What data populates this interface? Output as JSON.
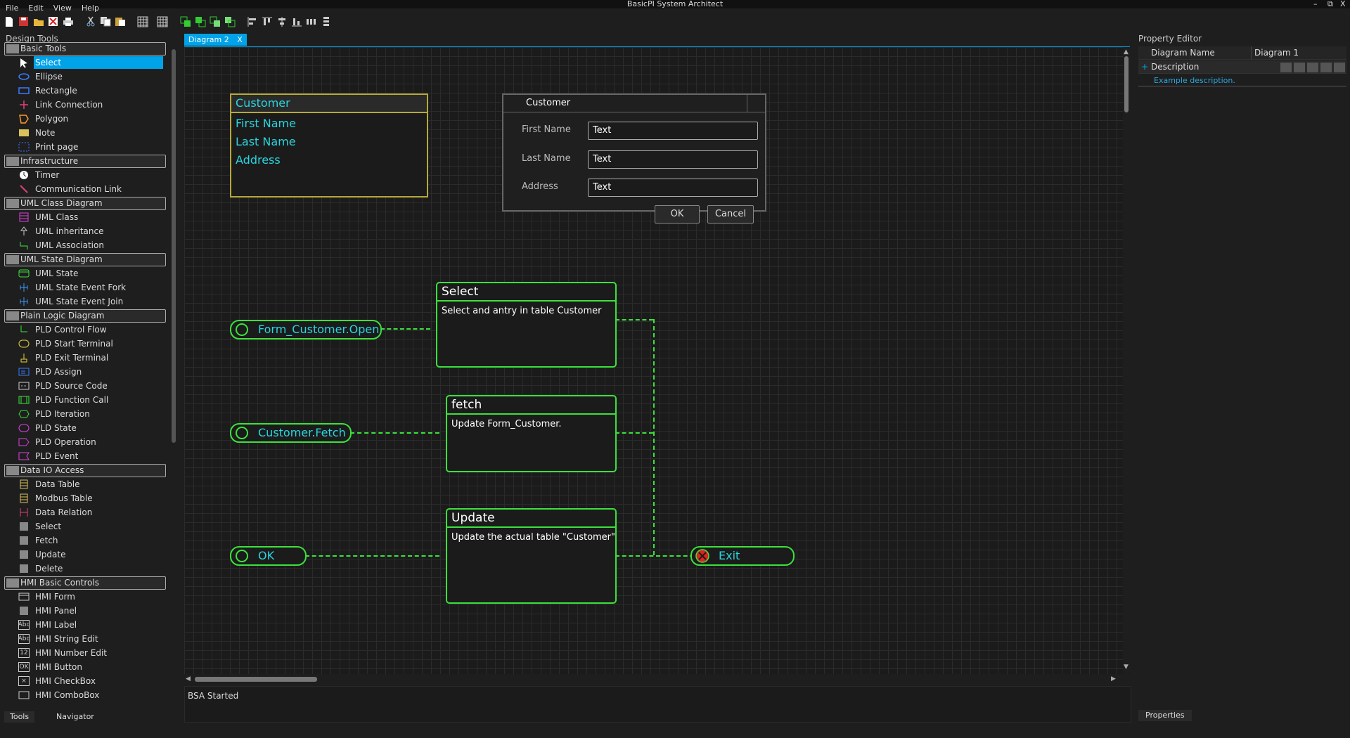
{
  "window": {
    "title": "BasicPI System Architect",
    "controls": [
      "–",
      "⧉",
      "X"
    ]
  },
  "menu": [
    "File",
    "Edit",
    "View",
    "Help"
  ],
  "left_panel": {
    "header": "Design Tools",
    "groups": [
      {
        "label": "Basic Tools",
        "tools": [
          {
            "label": "Select",
            "icon": "arrow-icon"
          },
          {
            "label": "Ellipse",
            "icon": "ellipse-icon"
          },
          {
            "label": "Rectangle",
            "icon": "rectangle-icon"
          },
          {
            "label": "Link Connection",
            "icon": "link-icon"
          },
          {
            "label": "Polygon",
            "icon": "polygon-icon"
          },
          {
            "label": "Note",
            "icon": "note-icon"
          },
          {
            "label": "Print page",
            "icon": "print-page-icon"
          }
        ]
      },
      {
        "label": "Infrastructure",
        "tools": [
          {
            "label": "Timer",
            "icon": "timer-icon"
          },
          {
            "label": "Communication Link",
            "icon": "comm-link-icon"
          }
        ]
      },
      {
        "label": "UML Class Diagram",
        "tools": [
          {
            "label": "UML Class",
            "icon": "uml-class-icon"
          },
          {
            "label": "UML inheritance",
            "icon": "uml-inheritance-icon"
          },
          {
            "label": "UML Association",
            "icon": "uml-association-icon"
          }
        ]
      },
      {
        "label": "UML State Diagram",
        "tools": [
          {
            "label": "UML State",
            "icon": "uml-state-icon"
          },
          {
            "label": "UML State Event Fork",
            "icon": "fork-icon"
          },
          {
            "label": "UML State Event Join",
            "icon": "join-icon"
          }
        ]
      },
      {
        "label": "Plain Logic Diagram",
        "tools": [
          {
            "label": "PLD Control Flow",
            "icon": "control-flow-icon"
          },
          {
            "label": "PLD Start Terminal",
            "icon": "start-terminal-icon"
          },
          {
            "label": "PLD Exit Terminal",
            "icon": "exit-terminal-icon"
          },
          {
            "label": "PLD Assign",
            "icon": "assign-icon"
          },
          {
            "label": "PLD Source Code",
            "icon": "source-code-icon"
          },
          {
            "label": "PLD Function Call",
            "icon": "function-call-icon"
          },
          {
            "label": "PLD Iteration",
            "icon": "iteration-icon"
          },
          {
            "label": "PLD State",
            "icon": "pld-state-icon"
          },
          {
            "label": "PLD Operation",
            "icon": "operation-icon"
          },
          {
            "label": "PLD Event",
            "icon": "event-icon"
          }
        ]
      },
      {
        "label": "Data IO Access",
        "tools": [
          {
            "label": "Data Table",
            "icon": "data-table-icon"
          },
          {
            "label": "Modbus Table",
            "icon": "modbus-table-icon"
          },
          {
            "label": "Data Relation",
            "icon": "data-relation-icon"
          },
          {
            "label": "Select",
            "icon": "select-query-icon"
          },
          {
            "label": "Fetch",
            "icon": "fetch-icon"
          },
          {
            "label": "Update",
            "icon": "update-icon"
          },
          {
            "label": "Delete",
            "icon": "delete-icon"
          }
        ]
      },
      {
        "label": "HMI Basic Controls",
        "tools": [
          {
            "label": "HMI Form",
            "icon": "hmi-form-icon"
          },
          {
            "label": "HMI Panel",
            "icon": "hmi-panel-icon"
          },
          {
            "label": "HMI Label",
            "icon": "hmi-label-icon",
            "glyph": "Abc"
          },
          {
            "label": "HMI String Edit",
            "icon": "hmi-string-edit-icon",
            "glyph": "Abc"
          },
          {
            "label": "HMI Number Edit",
            "icon": "hmi-number-edit-icon",
            "glyph": "12"
          },
          {
            "label": "HMI Button",
            "icon": "hmi-button-icon",
            "glyph": "OK"
          },
          {
            "label": "HMI CheckBox",
            "icon": "hmi-checkbox-icon",
            "glyph": "×"
          },
          {
            "label": "HMI ComboBox",
            "icon": "hmi-combobox-icon"
          }
        ]
      }
    ],
    "tabs": [
      "Tools",
      "Navigator"
    ]
  },
  "diagram": {
    "tab_label": "Diagram 2",
    "tab_close": "X",
    "entity": {
      "title": "Customer",
      "fields": [
        "First Name",
        "Last Name",
        "Address"
      ]
    },
    "form": {
      "title": "Customer",
      "rows": [
        {
          "label": "First Name",
          "value": "Text"
        },
        {
          "label": "Last Name",
          "value": "Text"
        },
        {
          "label": "Address",
          "value": "Text"
        }
      ],
      "ok": "OK",
      "cancel": "Cancel"
    },
    "states": [
      {
        "title": "Select",
        "body": "Select and antry in table Customer"
      },
      {
        "title": "fetch",
        "body": "Update Form_Customer."
      },
      {
        "title": "Update",
        "body": "Update the actual table \"Customer\""
      }
    ],
    "events": [
      {
        "label": "Form_Customer.Open"
      },
      {
        "label": "Customer.Fetch"
      },
      {
        "label": "OK"
      }
    ],
    "exit": {
      "label": "Exit"
    }
  },
  "status": {
    "text": "BSA Started"
  },
  "property_editor": {
    "header": "Property Editor",
    "rows": [
      {
        "key": "Diagram Name",
        "value": "Diagram 1"
      },
      {
        "key": "Description",
        "value": ""
      }
    ],
    "plus": "+",
    "description_text": "Example description.",
    "tab": "Properties"
  },
  "colors": {
    "accent": "#00a2e8",
    "state_border": "#3ce13c",
    "entity_border": "#b5a93a",
    "cyan_text": "#29d6e0",
    "exit_red": "#e02020"
  }
}
